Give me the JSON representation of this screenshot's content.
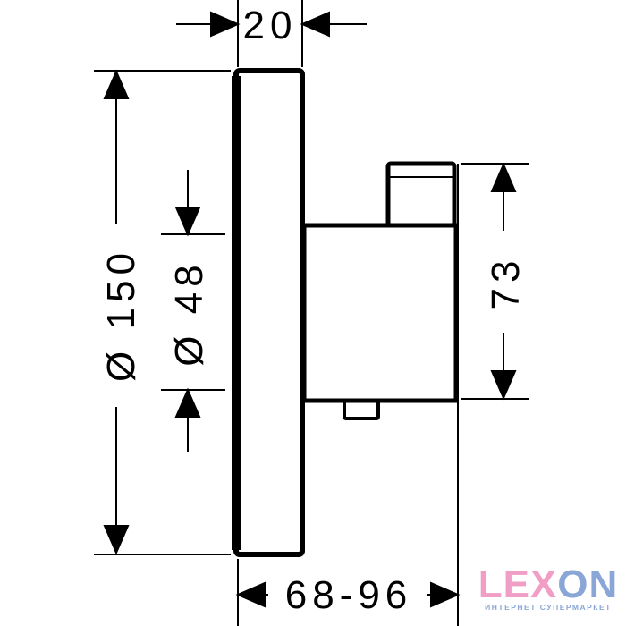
{
  "dimensions": {
    "depth_plate": "20",
    "plate_diameter": "Ø 150",
    "hole_diameter": "Ø 48",
    "body_height": "73",
    "mounting_depth": "68-96"
  },
  "logo": {
    "brand_pink": "LEX",
    "brand_blue": "ON",
    "tagline": "ИНТЕРНЕТ СУПЕРМАРКЕТ",
    "colors": {
      "pink": "#f19ec7",
      "blue": "#8aa6d6"
    }
  }
}
